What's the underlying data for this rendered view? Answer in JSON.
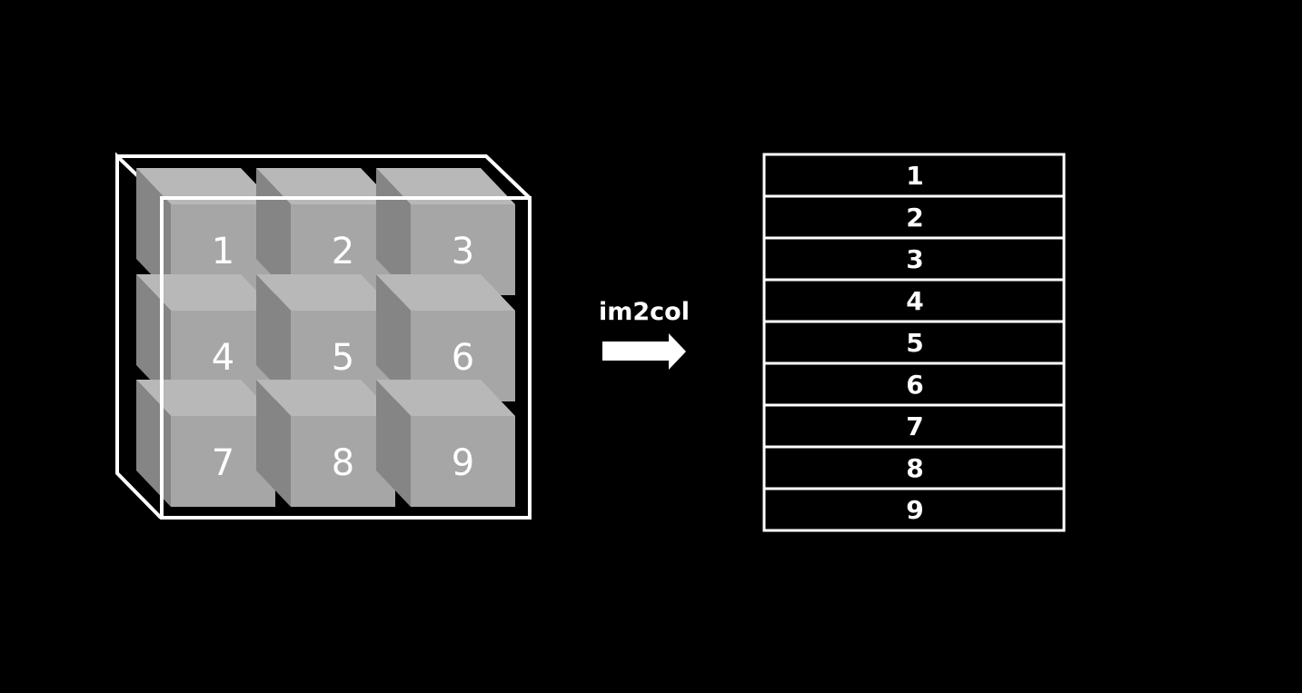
{
  "input_tensor": {
    "cells": [
      "1",
      "2",
      "3",
      "4",
      "5",
      "6",
      "7",
      "8",
      "9"
    ],
    "colors": {
      "front": "#a6a6a6",
      "top": "#b8b8b8",
      "side": "#858585",
      "outline": "#ffffff"
    }
  },
  "operation": {
    "label": "im2col",
    "arrow_icon": "right-arrow-icon"
  },
  "output_column": {
    "cells": [
      "1",
      "2",
      "3",
      "4",
      "5",
      "6",
      "7",
      "8",
      "9"
    ]
  },
  "colors": {
    "background": "#000000",
    "stroke": "#ffffff",
    "text": "#ffffff"
  }
}
